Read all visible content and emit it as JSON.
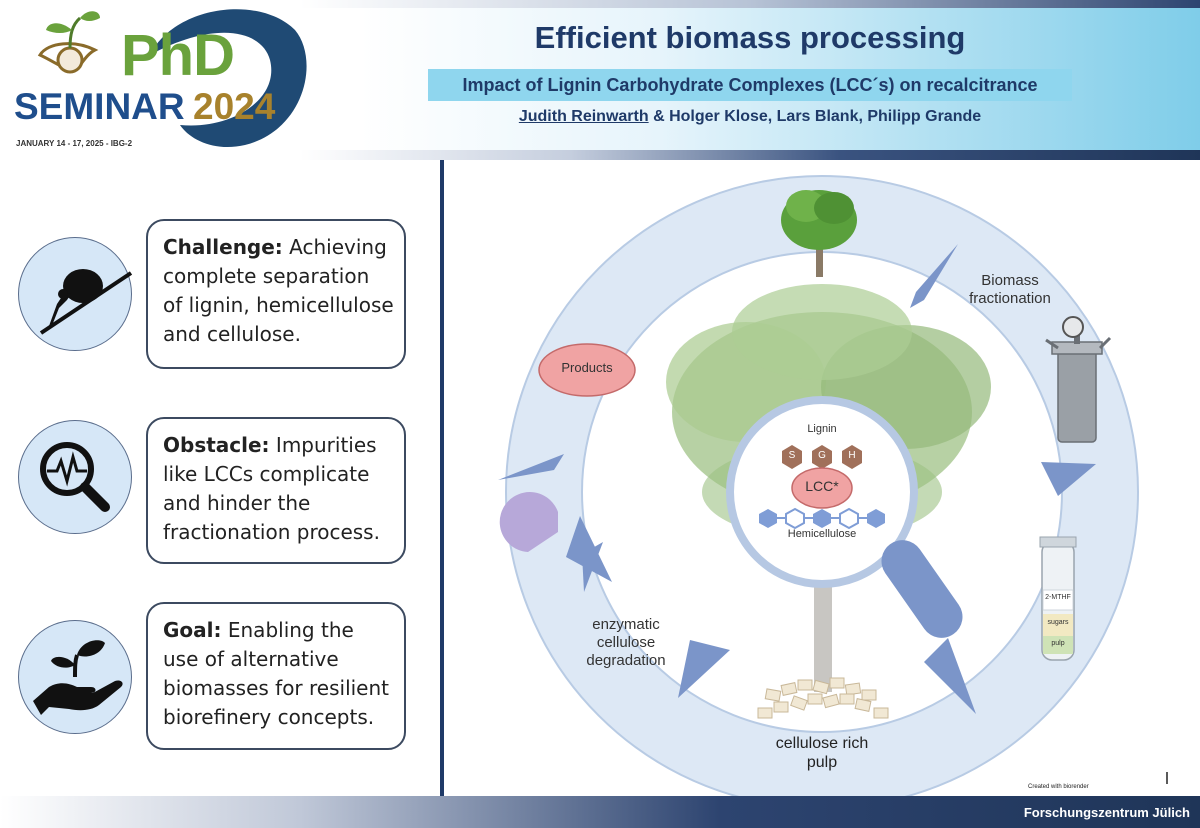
{
  "logo": {
    "phd": "PhD",
    "seminar": "SEMINAR",
    "year": "2024",
    "date_line": "JANUARY 14 - 17, 2025 - IBG-2"
  },
  "header": {
    "title": "Efficient biomass processing",
    "subtitle": "Impact of Lignin Carbohydrate Complexes (LCC´s) on recalcitrance",
    "author_main": "Judith Reinwarth",
    "authors_rest": " & Holger Klose, Lars Blank, Philipp Grande"
  },
  "cards": [
    {
      "label": "Challenge:",
      "text": " Achieving complete separation of lignin, hemicellulose and cellulose.",
      "icon": "sisyphus-boulder-icon"
    },
    {
      "label": "Obstacle:",
      "text": " Impurities like LCCs complicate and hinder the fractionation process.",
      "icon": "magnifier-pulse-icon"
    },
    {
      "label": "Goal:",
      "text": " Enabling the use of alternative biomasses for resilient biorefinery concepts.",
      "icon": "hand-sprout-icon"
    }
  ],
  "diagram": {
    "biomass_fractionation": "Biomass\nfractionation",
    "products": "Products",
    "enzymatic": "enzymatic\ncellulose\ndegradation",
    "pulp": "cellulose rich\npulp",
    "lignin": "Lignin",
    "lignin_units": [
      "S",
      "G",
      "H"
    ],
    "lcc": "LCC*",
    "hemicellulose": "Hemicellulose",
    "tube_labels": [
      "2-MTHF",
      "sugars",
      "pulp"
    ],
    "credit": "Created with biorender",
    "colors": {
      "ring": "#dbe7f5",
      "arrow": "#7b95c9",
      "products_fill": "#f0a3a3",
      "lignin_hex": "#a0705a",
      "hemi_hex": "#7f9dd6"
    }
  },
  "footer": {
    "institution": "Forschungszentrum Jülich"
  }
}
